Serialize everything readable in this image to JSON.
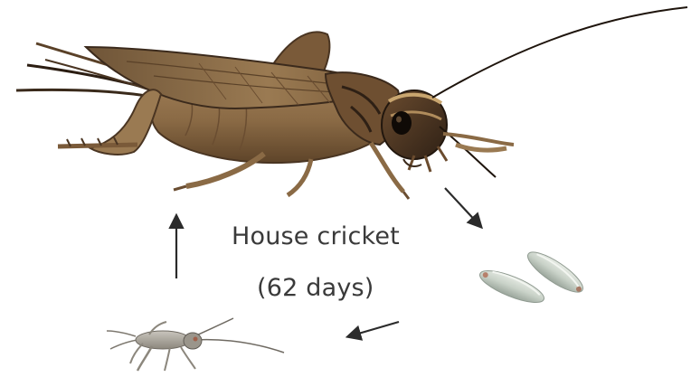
{
  "diagram": {
    "title": "House cricket",
    "duration": "(62 days)",
    "stages": [
      {
        "id": "adult",
        "icon": "adult-cricket-illustration"
      },
      {
        "id": "eggs",
        "icon": "cricket-eggs-illustration"
      },
      {
        "id": "nymph",
        "icon": "cricket-nymph-illustration"
      }
    ],
    "arrows": [
      {
        "from": "adult",
        "to": "eggs"
      },
      {
        "from": "eggs",
        "to": "nymph"
      },
      {
        "from": "nymph",
        "to": "adult"
      }
    ],
    "colors": {
      "arrow": "#2b2b2b",
      "text": "#3a3a3a",
      "adult_body": "#8a6a45",
      "adult_dark": "#3b2a1c",
      "eggs": "#c9cfc6",
      "nymph": "#a9a49a"
    }
  }
}
